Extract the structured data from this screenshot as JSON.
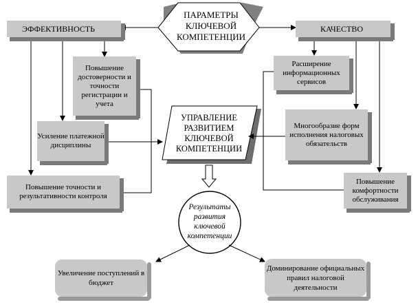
{
  "center_top": "ПАРАМЕТРЫ КЛЮЧЕВОЙ КОМПЕТЕНЦИИ",
  "left_header": "ЭФФЕКТИВНОСТЬ",
  "right_header": "КАЧЕСТВО",
  "left_items": [
    "Повышение достоверности и точности регистрации и учета",
    "Усиление платежной дисциплины",
    "Повышение точности и результативности контроля"
  ],
  "right_items": [
    "Расширение информационных сервисов",
    "Многообразие форм исполнения налоговых обязательств",
    "Повышение комфортности обслуживания"
  ],
  "center_middle": "УПРАВЛЕНИЕ РАЗВИТИЕМ КЛЮЧЕВОЙ КОМПЕТЕНЦИИ",
  "results": "Результаты развития ключевой компетенции",
  "outcomes": [
    "Увеличение поступлений в бюджет",
    "Доминирование официальных правил налоговой деятельности"
  ]
}
